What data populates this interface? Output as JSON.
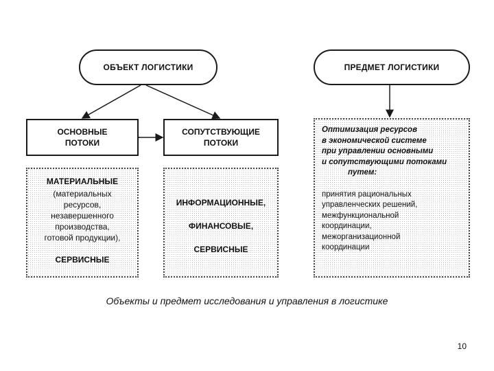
{
  "object_pill": {
    "label": "ОБЪЕКТ ЛОГИСТИКИ"
  },
  "subject_pill": {
    "label": "ПРЕДМЕТ ЛОГИСТИКИ"
  },
  "main_flows": {
    "lines": [
      "ОСНОВНЫЕ",
      "ПОТОКИ"
    ]
  },
  "accompanying_flows": {
    "lines": [
      "СОПУТСТВУЮЩИЕ",
      "ПОТОКИ"
    ]
  },
  "material_box": {
    "title": "МАТЕРИАЛЬНЫЕ",
    "detail_lines": [
      "(материальных",
      "ресурсов,",
      "незавершенного",
      "производства,",
      "готовой продукции),"
    ],
    "footer": "СЕРВИСНЫЕ"
  },
  "accompanying_box": {
    "items": [
      "ИНФОРМАЦИОННЫЕ,",
      "ФИНАНСОВЫЕ,",
      "СЕРВИСНЫЕ"
    ]
  },
  "subject_box": {
    "italic_lines": [
      "Оптимизация ресурсов",
      "в экономической системе",
      "при управлении основными",
      "и сопутствующими потоками",
      "путем:"
    ],
    "plain_lines": [
      "принятия рациональных",
      "управленческих решений,",
      "межфункциональной",
      "координации,",
      "межорганизационной",
      "координации"
    ]
  },
  "caption": "Объекты и предмет исследования и управления в логистике",
  "page_number": "10"
}
